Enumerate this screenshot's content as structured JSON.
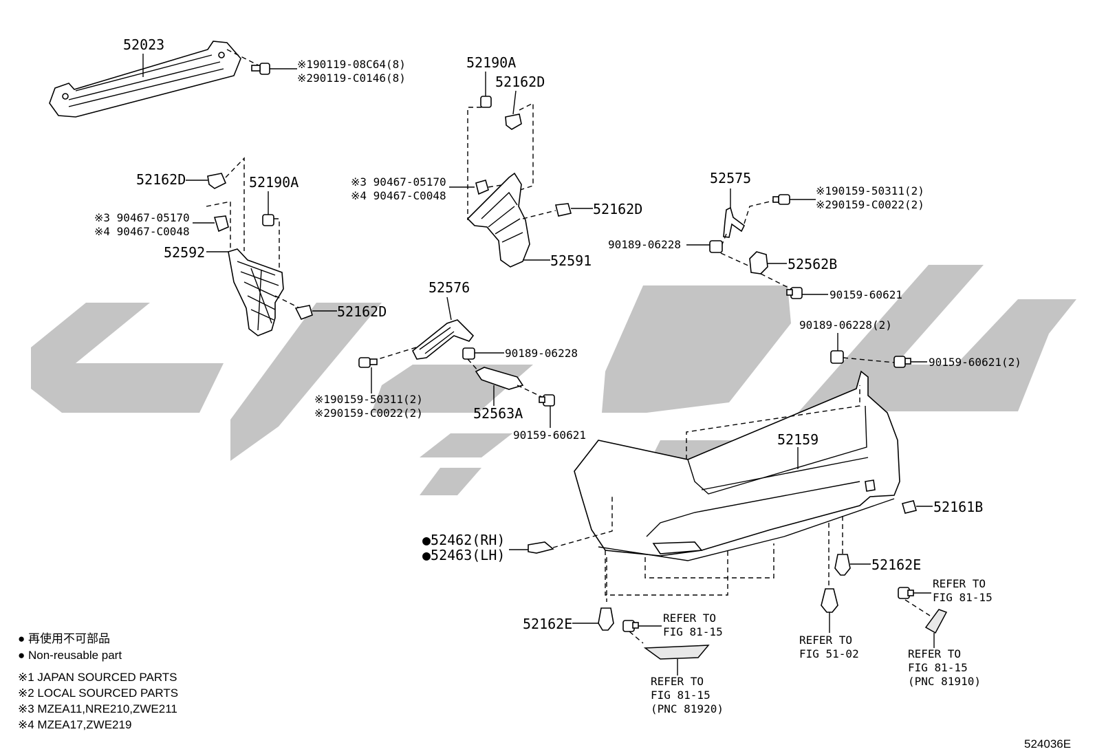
{
  "diagram_code": "524036E",
  "parts": {
    "p52023": "52023",
    "p52190A_top": "52190A",
    "p52162D_top": "52162D",
    "p52162D_left": "52162D",
    "p52190A_left": "52190A",
    "p52592": "52592",
    "p52162D_left_bottom": "52162D",
    "p52162D_center": "52162D",
    "p52591": "52591",
    "p52576": "52576",
    "p52575": "52575",
    "p52562B": "52562B",
    "p52563A": "52563A",
    "p52159": "52159",
    "p52161B": "52161B",
    "p52462": "●52462(RH)",
    "p52463": "●52463(LH)",
    "p52162E_right": "52162E",
    "p52162E_left": "52162E"
  },
  "fasteners": {
    "bolt_52023_1": "※190119-08C64(8)",
    "bolt_52023_2": "※290119-C0146(8)",
    "clip_center_3": "※3 90467-05170",
    "clip_center_4": "※4 90467-C0048",
    "clip_left_3": "※3 90467-05170",
    "clip_left_4": "※4 90467-C0048",
    "screw_52575_1": "※190159-50311(2)",
    "screw_52575_2": "※290159-C0022(2)",
    "nut_52562B": "90189-06228",
    "bolt_52562B": "90159-60621",
    "nut_52563A": "90189-06228",
    "bolt_52563A": "90159-60621",
    "screw_52576_1": "※190159-50311(2)",
    "screw_52576_2": "※290159-C0022(2)",
    "nut_bumper": "90189-06228(2)",
    "bolt_bumper": "90159-60621(2)"
  },
  "refs": {
    "ref_fig_center_1": "REFER TO",
    "ref_fig_center_2": "FIG 81-15",
    "ref_pnc_81920_1": "REFER TO",
    "ref_pnc_81920_2": "FIG 81-15",
    "ref_pnc_81920_3": "(PNC 81920)",
    "ref_fig_51_1": "REFER TO",
    "ref_fig_51_2": "FIG 51-02",
    "ref_fig_right_1": "REFER TO",
    "ref_fig_right_2": "FIG 81-15",
    "ref_pnc_81910_1": "REFER TO",
    "ref_pnc_81910_2": "FIG 81-15",
    "ref_pnc_81910_3": "(PNC 81910)"
  },
  "legend": {
    "nonreusable_jp": "● 再使用不可部品",
    "nonreusable_en": "● Non-reusable part",
    "note1": "※1 JAPAN SOURCED PARTS",
    "note2": "※2 LOCAL SOURCED PARTS",
    "note3": "※3 MZEA11,NRE210,ZWE211",
    "note4": "※4 MZEA17,ZWE219"
  },
  "colors": {
    "watermark": "#c4c4c4",
    "ink": "#000000"
  }
}
